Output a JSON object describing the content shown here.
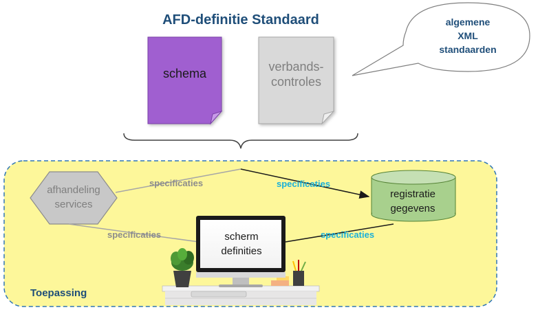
{
  "title": "AFD-definitie Standaard",
  "documents": {
    "schema": "schema",
    "verbandscontroles_line1": "verbands-",
    "verbandscontroles_line2": "controles"
  },
  "bubble": {
    "line1": "algemene",
    "line2": "XML",
    "line3": "standaarden"
  },
  "application": {
    "label": "Toepassing",
    "services_line1": "afhandeling",
    "services_line2": "services",
    "database_line1": "registratie",
    "database_line2": "gegevens",
    "screen_line1": "scherm",
    "screen_line2": "definities",
    "spec_top_grey": "specificaties",
    "spec_top_cyan": "specificaties",
    "spec_bottom_grey": "specificaties",
    "spec_bottom_cyan": "specificaties"
  },
  "colors": {
    "title": "#1f4e79",
    "schema_doc": "#a05fd0",
    "controls_doc": "#d9d9d9",
    "application_bg": "#fdf79a",
    "application_border": "#2e75b6",
    "hexagon": "#c8c8c8",
    "database": "#a8d08d",
    "spec_grey": "#8c8c8c",
    "spec_cyan": "#1ab0d8"
  }
}
